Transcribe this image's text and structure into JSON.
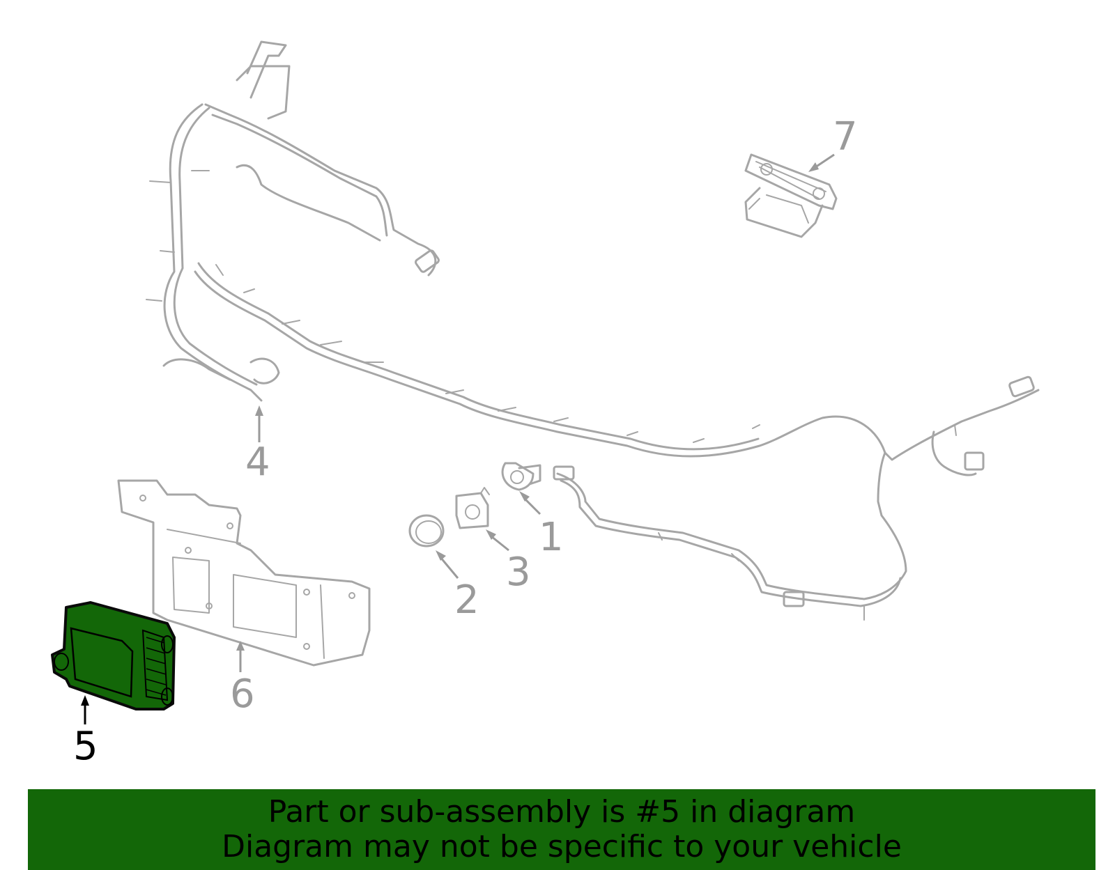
{
  "callouts": [
    {
      "id": "1",
      "label": "1"
    },
    {
      "id": "2",
      "label": "2"
    },
    {
      "id": "3",
      "label": "3"
    },
    {
      "id": "4",
      "label": "4"
    },
    {
      "id": "5",
      "label": "5",
      "highlighted": true
    },
    {
      "id": "6",
      "label": "6"
    },
    {
      "id": "7",
      "label": "7"
    }
  ],
  "banner": {
    "line1": "Part or sub-assembly is #5 in diagram",
    "line2": "Diagram may not be specific to your vehicle"
  },
  "colors": {
    "highlight_part": "#136708",
    "banner_background": "#136708",
    "line_art": "#a6a6a6",
    "callout_text": "#9a9a9a",
    "highlight_text": "#000000"
  }
}
